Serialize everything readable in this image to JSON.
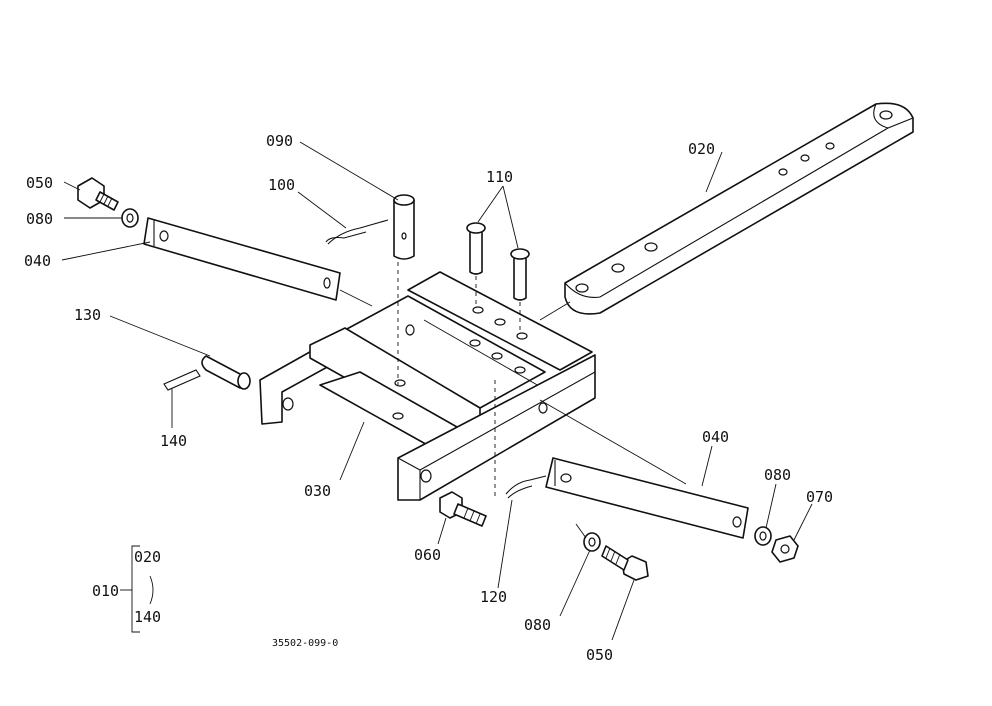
{
  "callouts": {
    "c020": "020",
    "c090": "090",
    "c100": "100",
    "c110": "110",
    "c050_top": "050",
    "c080_top": "080",
    "c040_left": "040",
    "c130": "130",
    "c140": "140",
    "c030": "030",
    "c060": "060",
    "c120": "120",
    "c040_right": "040",
    "c080_right": "080",
    "c070": "070",
    "c080_bottom": "080",
    "c050_bottom": "050"
  },
  "assembly_legend": {
    "assembly": "010",
    "range_start": "020",
    "range_end": "140"
  },
  "drawing_number": "35502-099-0"
}
